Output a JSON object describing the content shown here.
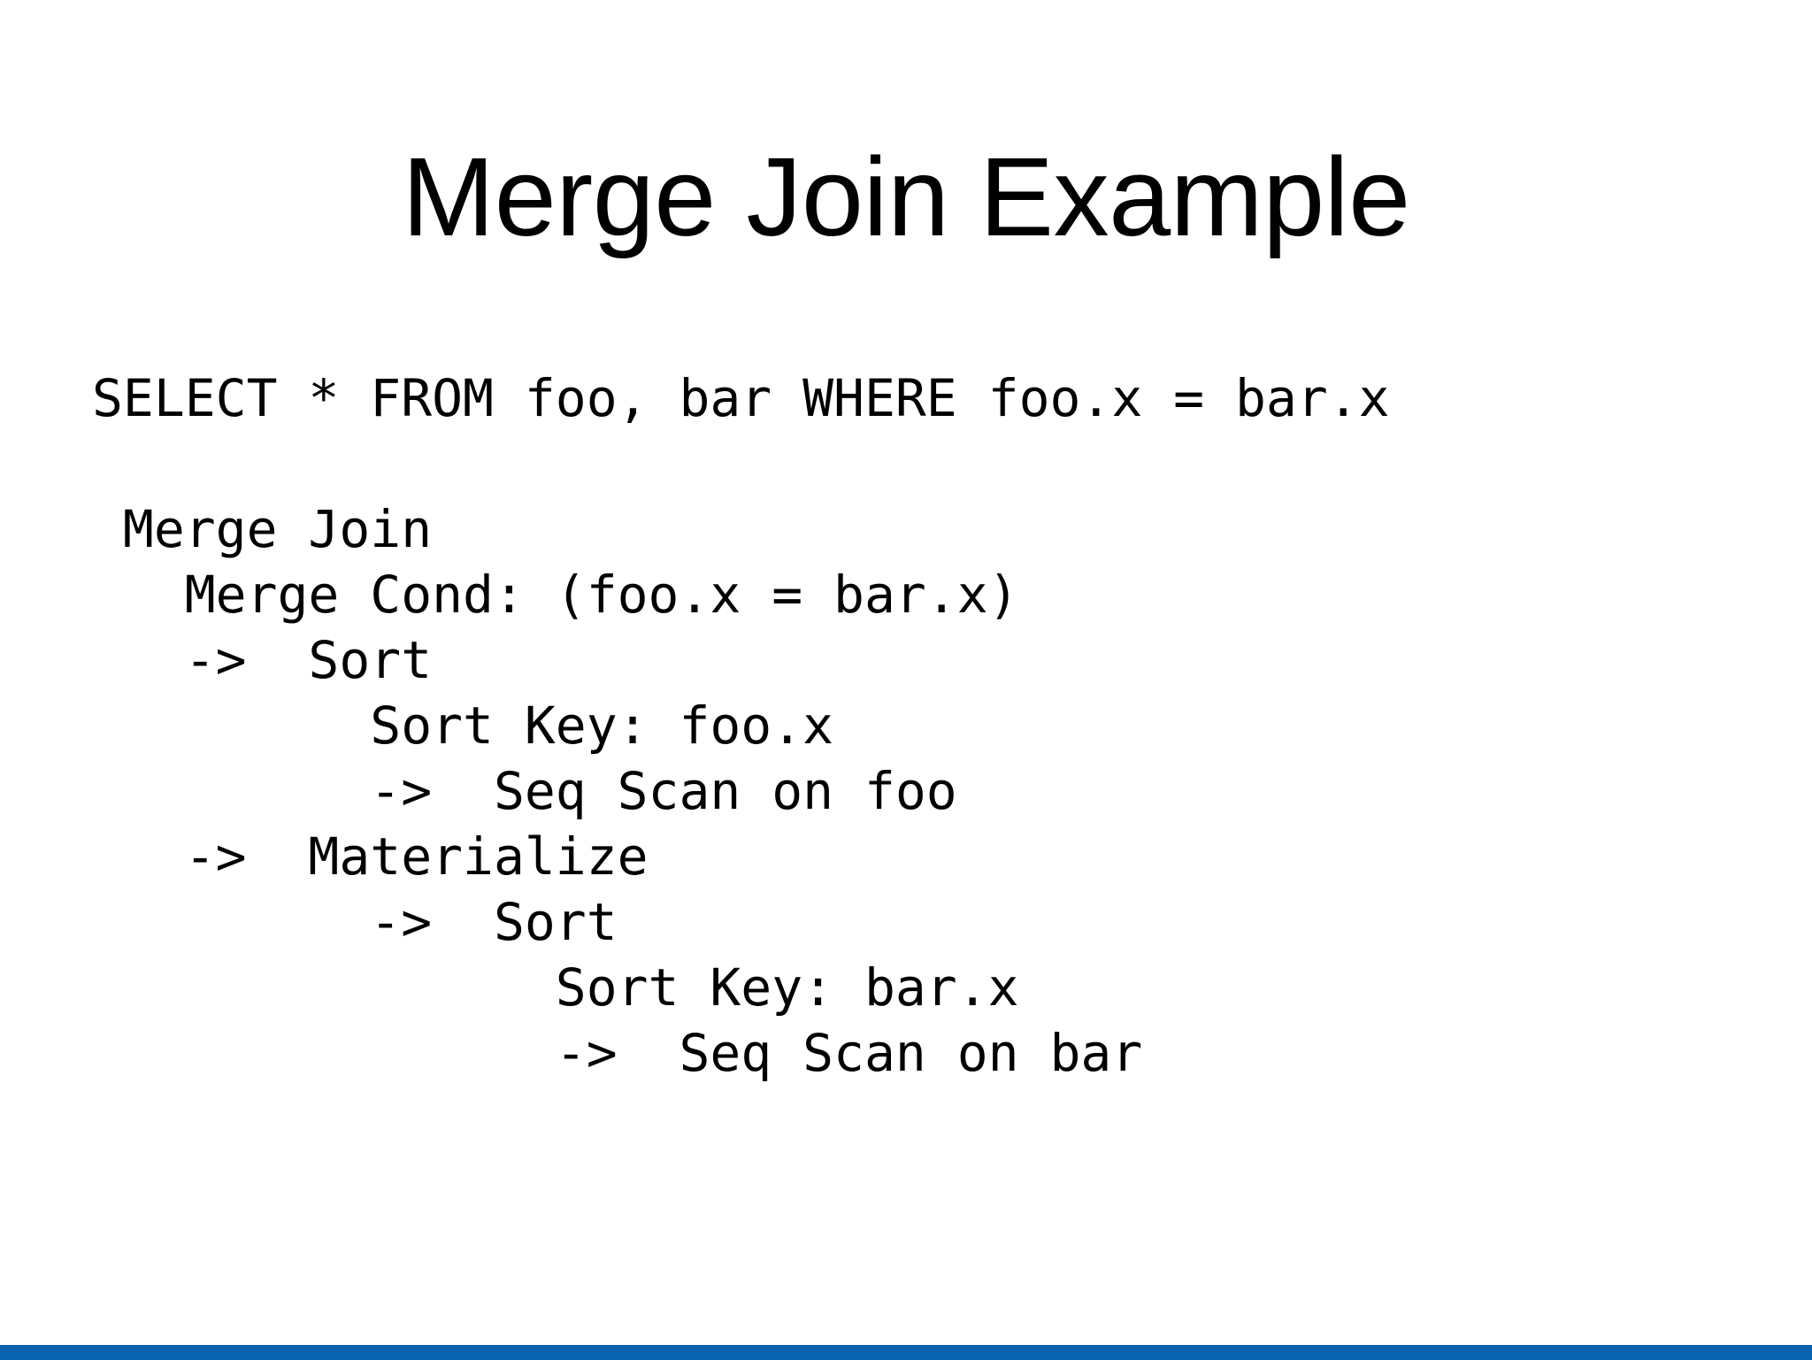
{
  "slide": {
    "title": "Merge Join Example",
    "query": "SELECT * FROM foo, bar WHERE foo.x = bar.x",
    "plan_lines": [
      " Merge Join",
      "   Merge Cond: (foo.x = bar.x)",
      "   ->  Sort",
      "         Sort Key: foo.x",
      "         ->  Seq Scan on foo",
      "   ->  Materialize",
      "         ->  Sort",
      "               Sort Key: bar.x",
      "               ->  Seq Scan on bar"
    ],
    "accent_color": "#0a63ae",
    "background_color": "#ffffff",
    "text_color": "#000000"
  }
}
